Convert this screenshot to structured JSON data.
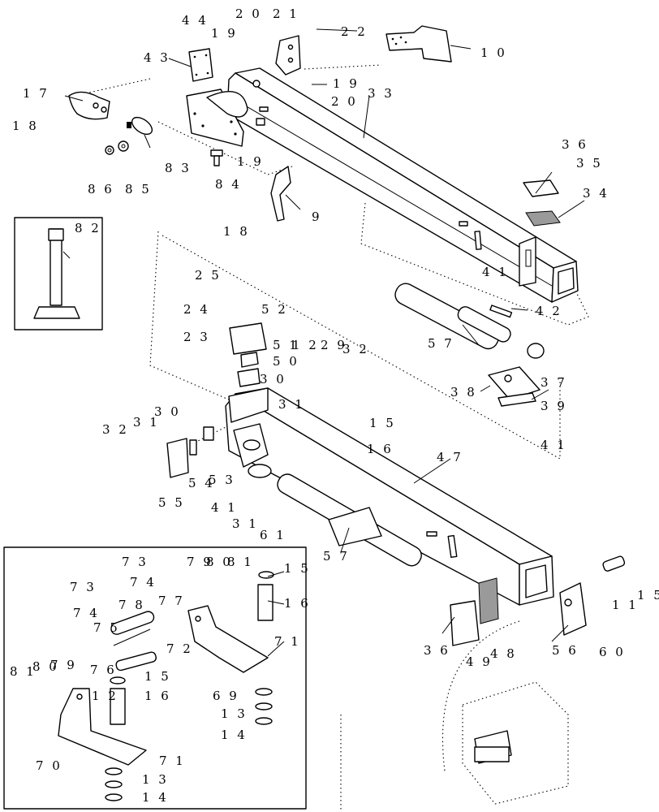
{
  "callouts": [
    {
      "id": "c44a",
      "text": "4 4"
    },
    {
      "id": "c20a",
      "text": "2 0"
    },
    {
      "id": "c21",
      "text": "2 1"
    },
    {
      "id": "c22",
      "text": "2 2"
    },
    {
      "id": "c10",
      "text": "1 0"
    },
    {
      "id": "c19a",
      "text": "1 9"
    },
    {
      "id": "c43",
      "text": "4 3"
    },
    {
      "id": "c19b",
      "text": "1 9"
    },
    {
      "id": "c20b",
      "text": "2 0"
    },
    {
      "id": "c33",
      "text": "3 3"
    },
    {
      "id": "c17",
      "text": "1 7"
    },
    {
      "id": "c18a",
      "text": "1 8"
    },
    {
      "id": "c83",
      "text": "8 3"
    },
    {
      "id": "c86",
      "text": "8 6"
    },
    {
      "id": "c85",
      "text": "8 5"
    },
    {
      "id": "c84",
      "text": "8 4"
    },
    {
      "id": "c19c",
      "text": "1 9"
    },
    {
      "id": "c18b",
      "text": "1 8"
    },
    {
      "id": "c9",
      "text": "9"
    },
    {
      "id": "c36a",
      "text": "3 6"
    },
    {
      "id": "c35",
      "text": "3 5"
    },
    {
      "id": "c34",
      "text": "3 4"
    },
    {
      "id": "c82",
      "text": "8 2"
    },
    {
      "id": "c25",
      "text": "2 5"
    },
    {
      "id": "c24",
      "text": "2 4"
    },
    {
      "id": "c52",
      "text": "5 2"
    },
    {
      "id": "c23",
      "text": "2 3"
    },
    {
      "id": "c51",
      "text": "5 1"
    },
    {
      "id": "c50",
      "text": "5 0"
    },
    {
      "id": "c12",
      "text": "1 2"
    },
    {
      "id": "c29",
      "text": "2 9"
    },
    {
      "id": "c32a",
      "text": "3 2"
    },
    {
      "id": "c30a",
      "text": "3 0"
    },
    {
      "id": "c31a",
      "text": "3 1"
    },
    {
      "id": "c41a",
      "text": "4 1"
    },
    {
      "id": "c42",
      "text": "4 2"
    },
    {
      "id": "c57a",
      "text": "5 7"
    },
    {
      "id": "c38",
      "text": "3 8"
    },
    {
      "id": "c37",
      "text": "3 7"
    },
    {
      "id": "c39",
      "text": "3 9"
    },
    {
      "id": "c41b",
      "text": "4 1"
    },
    {
      "id": "c32b",
      "text": "3 2"
    },
    {
      "id": "c31b",
      "text": "3 1"
    },
    {
      "id": "c30b",
      "text": "3 0"
    },
    {
      "id": "c15a",
      "text": "1 5"
    },
    {
      "id": "c16a",
      "text": "1 6"
    },
    {
      "id": "c47",
      "text": "4 7"
    },
    {
      "id": "c55",
      "text": "5 5"
    },
    {
      "id": "c54",
      "text": "5 4"
    },
    {
      "id": "c53",
      "text": "5 3"
    },
    {
      "id": "c41c",
      "text": "4 1"
    },
    {
      "id": "c31c",
      "text": "3 1"
    },
    {
      "id": "c61",
      "text": "6 1"
    },
    {
      "id": "c57b",
      "text": "5 7"
    },
    {
      "id": "c36b",
      "text": "3 6"
    },
    {
      "id": "c49",
      "text": "4 9"
    },
    {
      "id": "c48",
      "text": "4 8"
    },
    {
      "id": "c56",
      "text": "5 6"
    },
    {
      "id": "c60",
      "text": "6 0"
    },
    {
      "id": "c11",
      "text": "1 1"
    },
    {
      "id": "c15b",
      "text": "1 5"
    },
    {
      "id": "c73a",
      "text": "7 3"
    },
    {
      "id": "c79a",
      "text": "7 9"
    },
    {
      "id": "c80a",
      "text": "8 0"
    },
    {
      "id": "c81a",
      "text": "8 1"
    },
    {
      "id": "c15c",
      "text": "1 5"
    },
    {
      "id": "c74a",
      "text": "7 4"
    },
    {
      "id": "c73b",
      "text": "7 3"
    },
    {
      "id": "c74b",
      "text": "7 4"
    },
    {
      "id": "c78",
      "text": "7 8"
    },
    {
      "id": "c77",
      "text": "7 7"
    },
    {
      "id": "c16b",
      "text": "1 6"
    },
    {
      "id": "c75",
      "text": "7 5"
    },
    {
      "id": "c76",
      "text": "7 6"
    },
    {
      "id": "c72",
      "text": "7 2"
    },
    {
      "id": "c71a",
      "text": "7 1"
    },
    {
      "id": "c81b",
      "text": "8 1"
    },
    {
      "id": "c80b",
      "text": "8 0"
    },
    {
      "id": "c79b",
      "text": "7 9"
    },
    {
      "id": "c12b",
      "text": "1 2"
    },
    {
      "id": "c15d",
      "text": "1 5"
    },
    {
      "id": "c16c",
      "text": "1 6"
    },
    {
      "id": "c69",
      "text": "6 9"
    },
    {
      "id": "c13a",
      "text": "1 3"
    },
    {
      "id": "c14a",
      "text": "1 4"
    },
    {
      "id": "c70",
      "text": "7 0"
    },
    {
      "id": "c71b",
      "text": "7 1"
    },
    {
      "id": "c13b",
      "text": "1 3"
    },
    {
      "id": "c14b",
      "text": "1 4"
    }
  ]
}
